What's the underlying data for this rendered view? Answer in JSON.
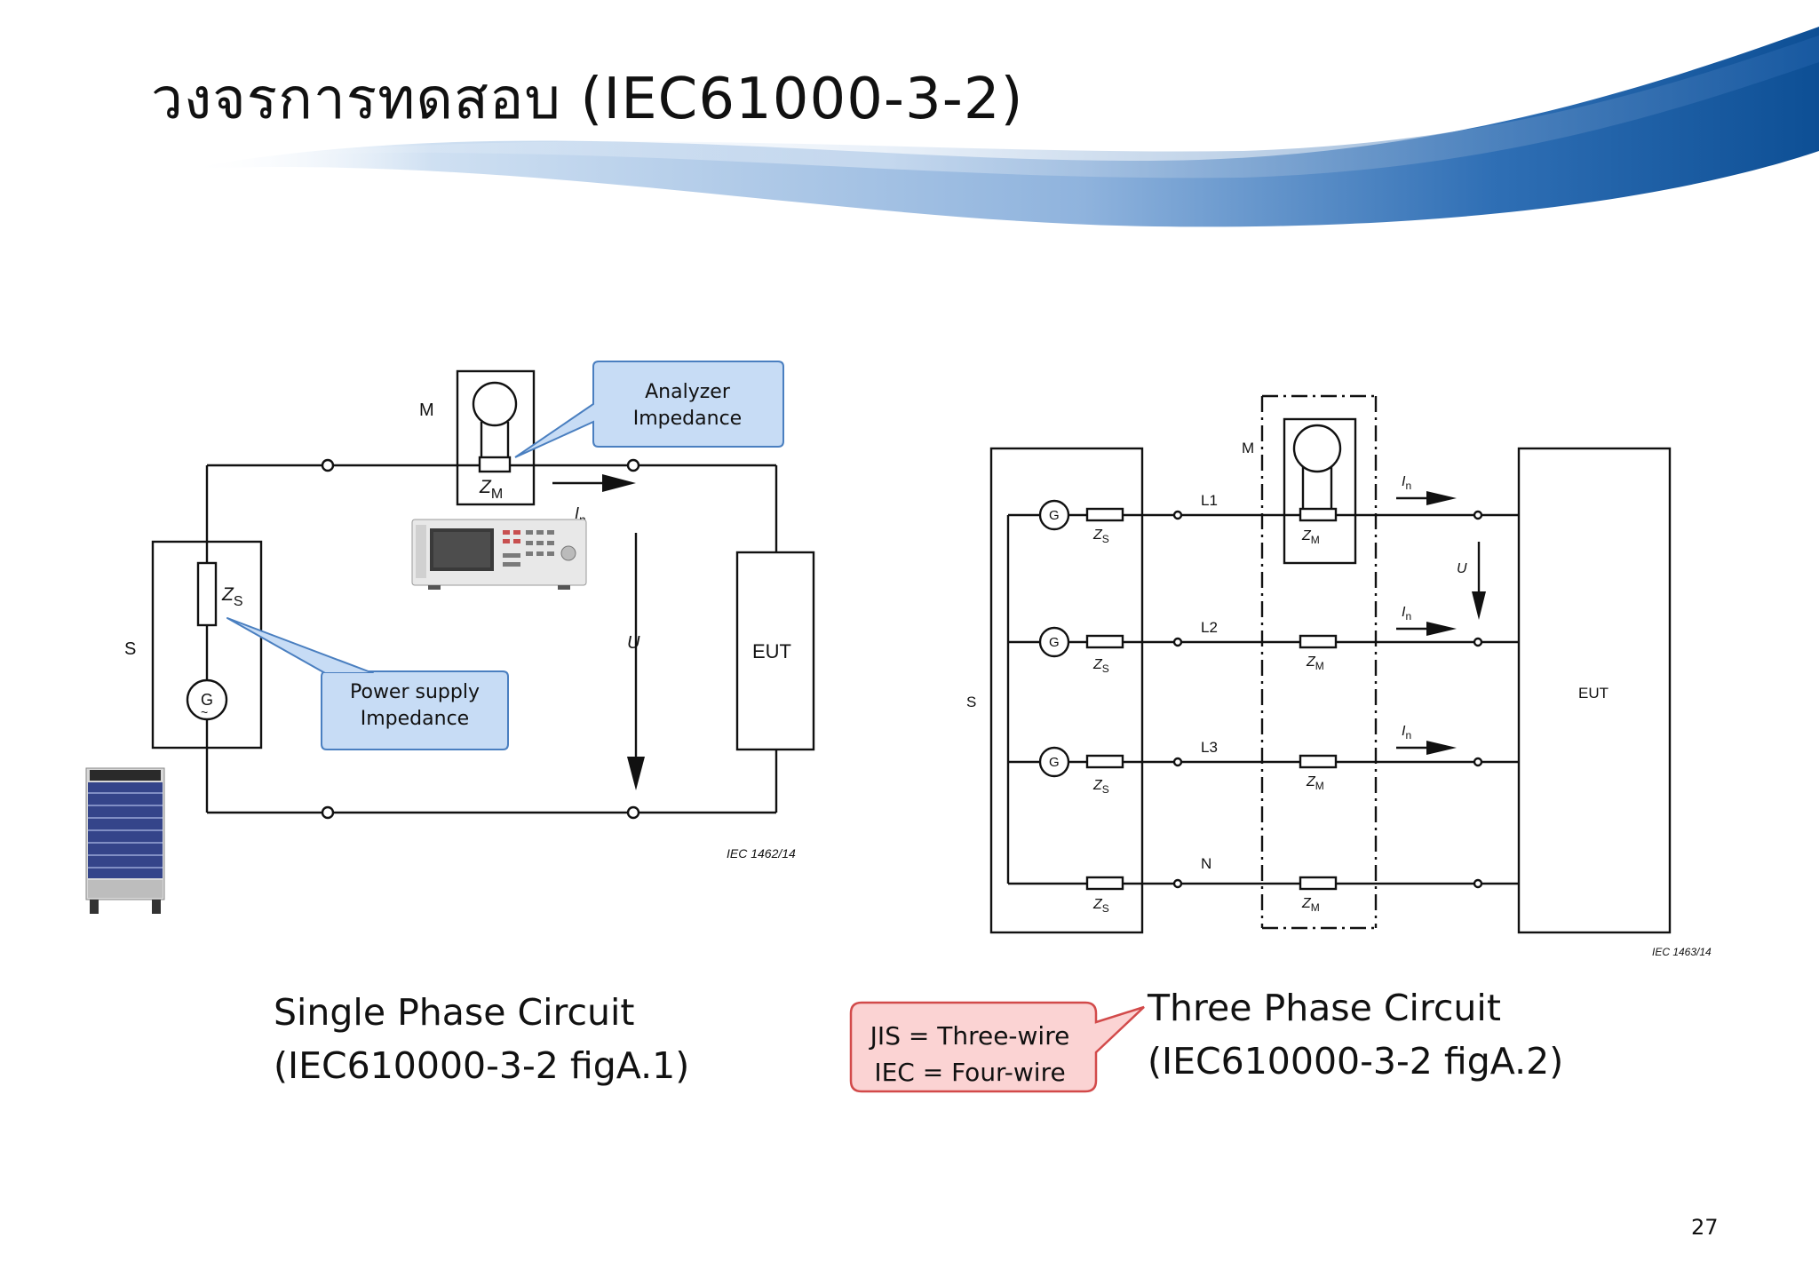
{
  "slide": {
    "title": "วงจรการทดสอบ (IEC61000-3-2)",
    "page_number": "27"
  },
  "single_phase": {
    "caption_line1": "Single Phase Circuit",
    "caption_line2": "(IEC610000-3-2 figA.1)",
    "label_m": "M",
    "label_zm": "Z",
    "label_zm_sub": "M",
    "label_zs": "Z",
    "label_zs_sub": "S",
    "label_s": "S",
    "label_g": "G",
    "label_in": "I",
    "label_in_sub": "n",
    "label_u": "U",
    "label_eut": "EUT",
    "figure_ref": "IEC   1462/14",
    "callout_analyzer_line1": "Analyzer",
    "callout_analyzer_line2": "Impedance",
    "callout_power_line1": "Power supply",
    "callout_power_line2": "Impedance"
  },
  "three_phase": {
    "caption_line1": "Three Phase Circuit",
    "caption_line2": "(IEC610000-3-2 figA.2)",
    "label_m": "M",
    "label_s": "S",
    "label_eut": "EUT",
    "label_u": "U",
    "label_g": "G",
    "label_z": "Z",
    "sub_s": "S",
    "sub_m": "M",
    "label_in": "I",
    "label_in_sub": "n",
    "lines": [
      "L1",
      "L2",
      "L3",
      "N"
    ],
    "figure_ref": "IEC   1463/14",
    "callout_line1": "JIS = Three-wire",
    "callout_line2": "IEC = Four-wire"
  },
  "colors": {
    "banner_dark": "#0d4f95",
    "banner_light": "#9fc0e4",
    "callout_blue_fill": "#c7dcf5",
    "callout_blue_stroke": "#4a7fc0",
    "callout_red_fill": "#fbd3d3",
    "callout_red_stroke": "#d24a4a"
  }
}
